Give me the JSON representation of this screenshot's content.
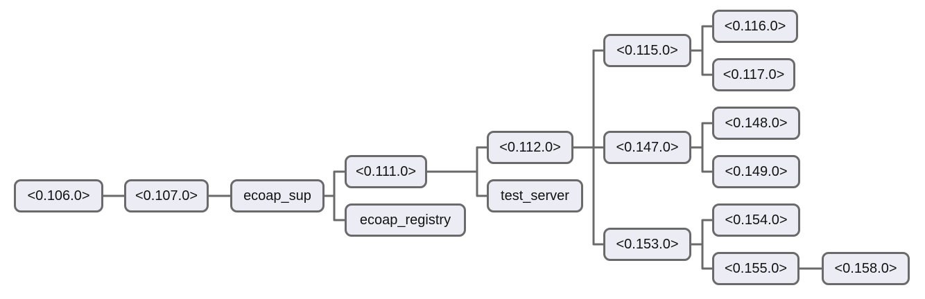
{
  "nodes": {
    "n106": "<0.106.0>",
    "n107": "<0.107.0>",
    "ecoap_sup": "ecoap_sup",
    "n111": "<0.111.0>",
    "ecoap_registry": "ecoap_registry",
    "n112": "<0.112.0>",
    "test_server": "test_server",
    "n115": "<0.115.0>",
    "n116": "<0.116.0>",
    "n117": "<0.117.0>",
    "n147": "<0.147.0>",
    "n148": "<0.148.0>",
    "n149": "<0.149.0>",
    "n153": "<0.153.0>",
    "n154": "<0.154.0>",
    "n155": "<0.155.0>",
    "n158": "<0.158.0>"
  },
  "colors": {
    "node_fill": "#ececf4",
    "node_border": "#6a6a6a",
    "edge": "#6a6a6a"
  }
}
